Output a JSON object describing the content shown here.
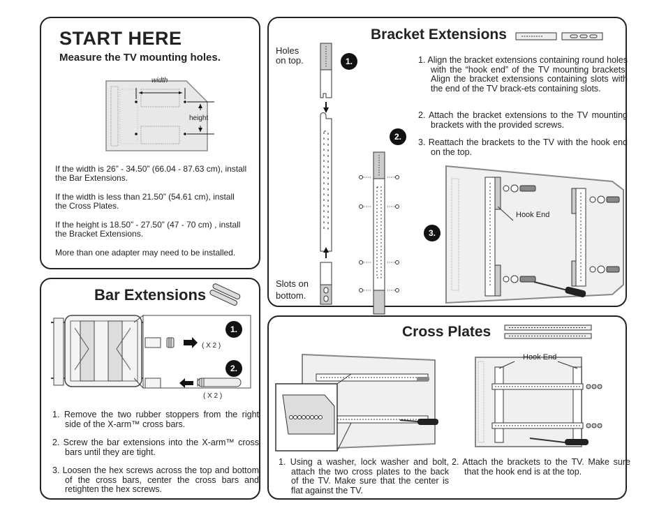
{
  "start": {
    "title": "START HERE",
    "subtitle": "Measure the TV mounting holes.",
    "width_label": "width",
    "height_label": "height",
    "paragraphs": [
      "If the width is 26” - 34.50” (66.04 - 87.63 cm), install the Bar Extensions.",
      "If the width is less than 21.50” (54.61 cm), install the Cross Plates.",
      "If the height is 18.50” - 27.50” (47  - 70 cm) , install the Bracket Extensions.",
      "More than one adapter may need to be installed."
    ]
  },
  "bar": {
    "title": "Bar Extensions",
    "badge1": "1.",
    "badge2": "2.",
    "qty1": "( X 2 )",
    "qty2": "( X 2 )",
    "steps": [
      "1. Remove the two rubber stoppers from the right side of the X-arm™ cross bars.",
      "2. Screw the bar extensions into the X-arm™ cross bars until they are tight.",
      "3. Loosen the hex screws across the top and bottom of the cross bars, center the cross bars and retighten the hex screws."
    ]
  },
  "bracket": {
    "title": "Bracket Extensions",
    "holes_label": "Holes on top.",
    "slots_label": "Slots on bottom.",
    "badge1": "1.",
    "badge2": "2.",
    "badge3": "3.",
    "hook_end": "Hook End",
    "steps": [
      "1. Align the bracket extensions containing round holes with the “hook end” of the TV mounting brackets.   Align the bracket extensions containing slots with the end of the TV brack-ets containing slots.",
      "2. Attach the bracket extensions to the TV mounting brackets with the provided screws.",
      "3. Reattach the brackets to the TV with the hook end on the top."
    ]
  },
  "cross": {
    "title": "Cross Plates",
    "hook_end": "Hook End",
    "steps": [
      "1. Using a washer, lock washer and bolt, attach the two cross plates to the back of the TV.  Make sure that the center is flat against the TV.",
      "2. Attach the brackets to the TV.  Make sure that the hook end is at the top."
    ]
  }
}
